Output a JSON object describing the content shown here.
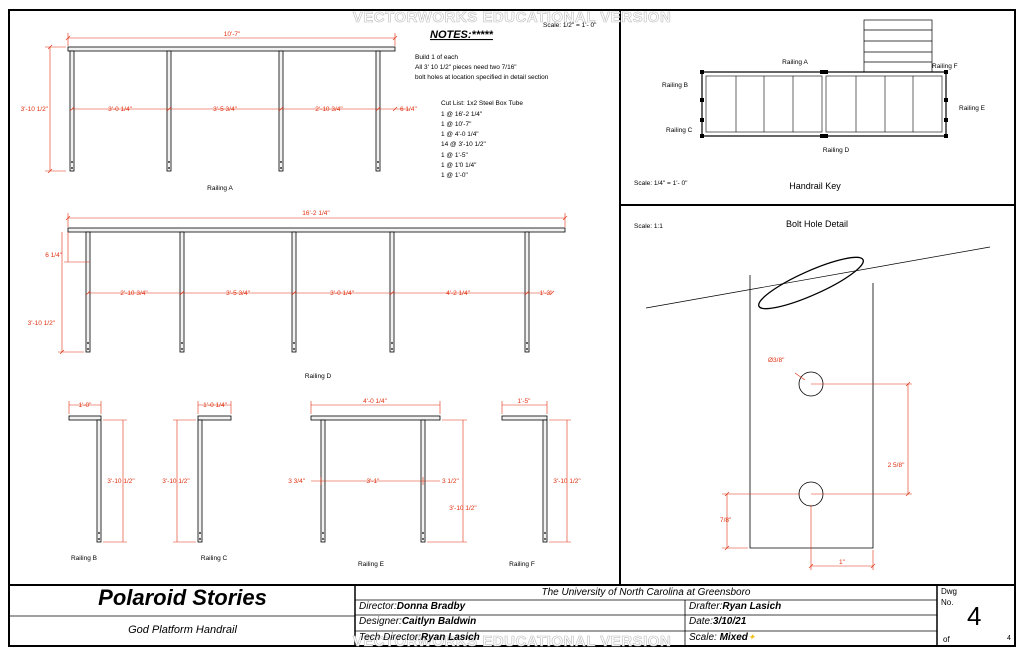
{
  "watermark": "VECTORWORKS EDUCATIONAL VERSION",
  "notes": {
    "title": "NOTES:*****",
    "scale": "Scale: 1/2\" = 1'- 0\"",
    "lines": [
      "Build 1 of each",
      "All 3' 10 1/2\" pieces need two 7/16\"",
      "bolt holes at location specified in detail section"
    ],
    "cut_list_title": "Cut List: 1x2 Steel Box Tube",
    "cut_list": [
      "1 @ 16'-2 1/4\"",
      "1 @ 10'-7\"",
      "1 @ 4'-0 1/4\"",
      "14 @ 3'-10 1/2\"",
      "1 @ 1'-5\"",
      "1 @ 1'0 1/4\"",
      "1 @ 1'-0\""
    ]
  },
  "railing_a": {
    "label": "Railing A",
    "overall": "10'-7\"",
    "height": "3'-10 1/2\"",
    "spans": [
      "3'-0 1/4\"",
      "3'-5 3/4\"",
      "2'-10 3/4\"",
      "6 1/4\""
    ]
  },
  "railing_d": {
    "label": "Railing D",
    "overall": "16'-2 1/4\"",
    "top_offset": "6 1/4\"",
    "height": "3'-10 1/2\"",
    "spans": [
      "2'-10 3/4\"",
      "3'-5 3/4\"",
      "3'-0  1/4\"",
      "4'-2 1/4\"",
      "1'-3\""
    ]
  },
  "railing_b": {
    "label": "Railing B",
    "width": "1'-0\"",
    "height": "3'-10 1/2\""
  },
  "railing_c": {
    "label": "Railing C",
    "width": "1'-0 1/4\"",
    "height": "3'-10 1/2\""
  },
  "railing_e": {
    "label": "Railing E",
    "width": "4'-0 1/4\"",
    "left": "3 3/4\"",
    "mid": "3'-1\"",
    "right": "3 1/2\"",
    "height": "3'-10 1/2\""
  },
  "railing_f": {
    "label": "Railing F",
    "width": "1'-5\"",
    "height": "3'-10 1/2\""
  },
  "handrail_key": {
    "title": "Handrail Key",
    "scale": "Scale: 1/4\" = 1'- 0\"",
    "labels": {
      "a": "Railing A",
      "b": "Railing B",
      "c": "Railing C",
      "d": "Railing D",
      "e": "Railing E",
      "f": "Railing F"
    }
  },
  "bolt_detail": {
    "title": "Bolt Hole Detail",
    "scale": "Scale: 1:1",
    "diameter": "Ø3/8\"",
    "spacing": "2 5/8\"",
    "bottom": "7/8\"",
    "width": "1\""
  },
  "title_block": {
    "show_title": "Polaroid Stories",
    "subtitle": "God Platform Handrail",
    "institution": "The University of North Carolina at Greensboro",
    "director_label": "Director:",
    "director": "Donna Bradby",
    "designer_label": "Designer:",
    "designer": "Caitlyn Baldwin",
    "tech_label": "Tech Director:",
    "tech": "Ryan Lasich",
    "drafter_label": "Drafter:",
    "drafter": "Ryan Lasich",
    "date_label": "Date:",
    "date": "3/10/21",
    "scale_label": "Scale:",
    "scale": "Mixed",
    "dwg_label": "Dwg\nNo.",
    "dwg_no": "4",
    "of_label": "of",
    "of_total": "4"
  },
  "colors": {
    "dimension": "#e03010",
    "line": "#000000",
    "tube_fill": "#f2f2f2",
    "watermark": "#bdbdbd",
    "sparkle": "#f0c020"
  }
}
